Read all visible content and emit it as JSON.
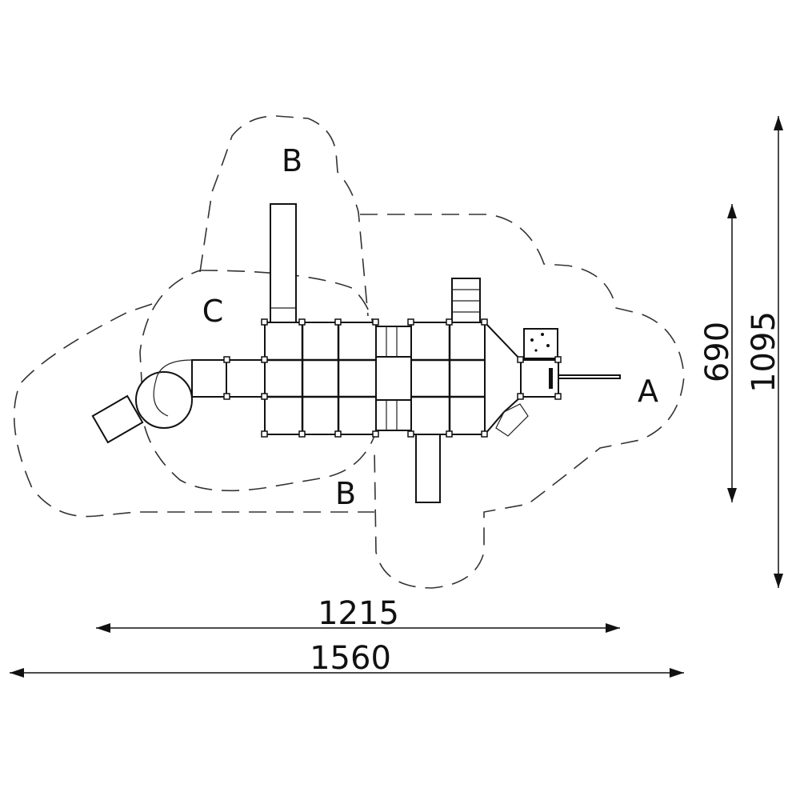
{
  "drawing": {
    "zones": [
      {
        "id": "zone-a",
        "label": "A"
      },
      {
        "id": "zone-b-top",
        "label": "B"
      },
      {
        "id": "zone-c",
        "label": "C"
      },
      {
        "id": "zone-b-bottom",
        "label": "B"
      }
    ],
    "dimensions": {
      "equipment_length": "1215",
      "total_length": "1560",
      "equipment_width": "690",
      "total_width": "1095"
    }
  }
}
